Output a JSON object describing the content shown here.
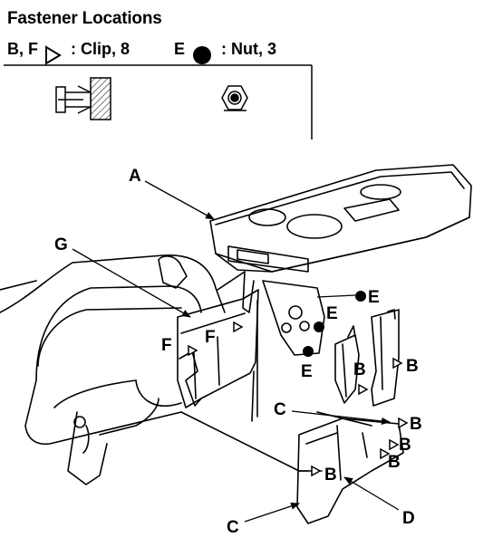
{
  "title": "Fastener Locations",
  "legend": {
    "clip_letters": "B, F",
    "clip_text": ": Clip, 8",
    "nut_letter": "E",
    "nut_text": ": Nut, 3"
  },
  "callouts": {
    "A": "A",
    "G": "G",
    "E1": "E",
    "E2": "E",
    "E3": "E",
    "F1": "F",
    "F2": "F",
    "B1": "B",
    "B2": "B",
    "B3": "B",
    "B4": "B",
    "B5": "B",
    "B6": "B",
    "C1": "C",
    "C2": "C",
    "D": "D"
  }
}
